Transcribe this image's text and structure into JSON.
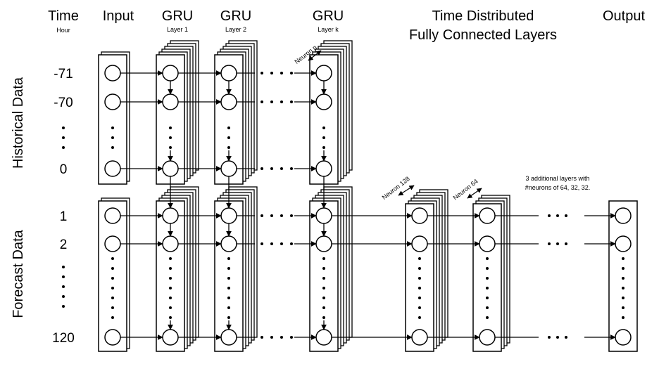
{
  "headers": {
    "time": "Time",
    "time_unit": "Hour",
    "input": "Input",
    "gru1": "GRU",
    "gru1_sub": "Layer 1",
    "gru2": "GRU",
    "gru2_sub": "Layer 2",
    "gruk": "GRU",
    "gruk_sub": "Layer k",
    "fc_line1": "Time Distributed",
    "fc_line2": "Fully Connected Layers",
    "output": "Output"
  },
  "side_labels": {
    "historical": "Historical Data",
    "forecast": "Forecast Data"
  },
  "rows": {
    "h1": "-71",
    "h2": "-70",
    "h3": "0",
    "f1": "1",
    "f2": "2",
    "f3": "120"
  },
  "annotations": {
    "neuron_n": "Neuron n",
    "neuron_128": "Neuron 128",
    "neuron_64": "Neuron 64",
    "extra_line1": "3 additional layers with",
    "extra_line2": "#neurons of 64, 32, 32."
  }
}
